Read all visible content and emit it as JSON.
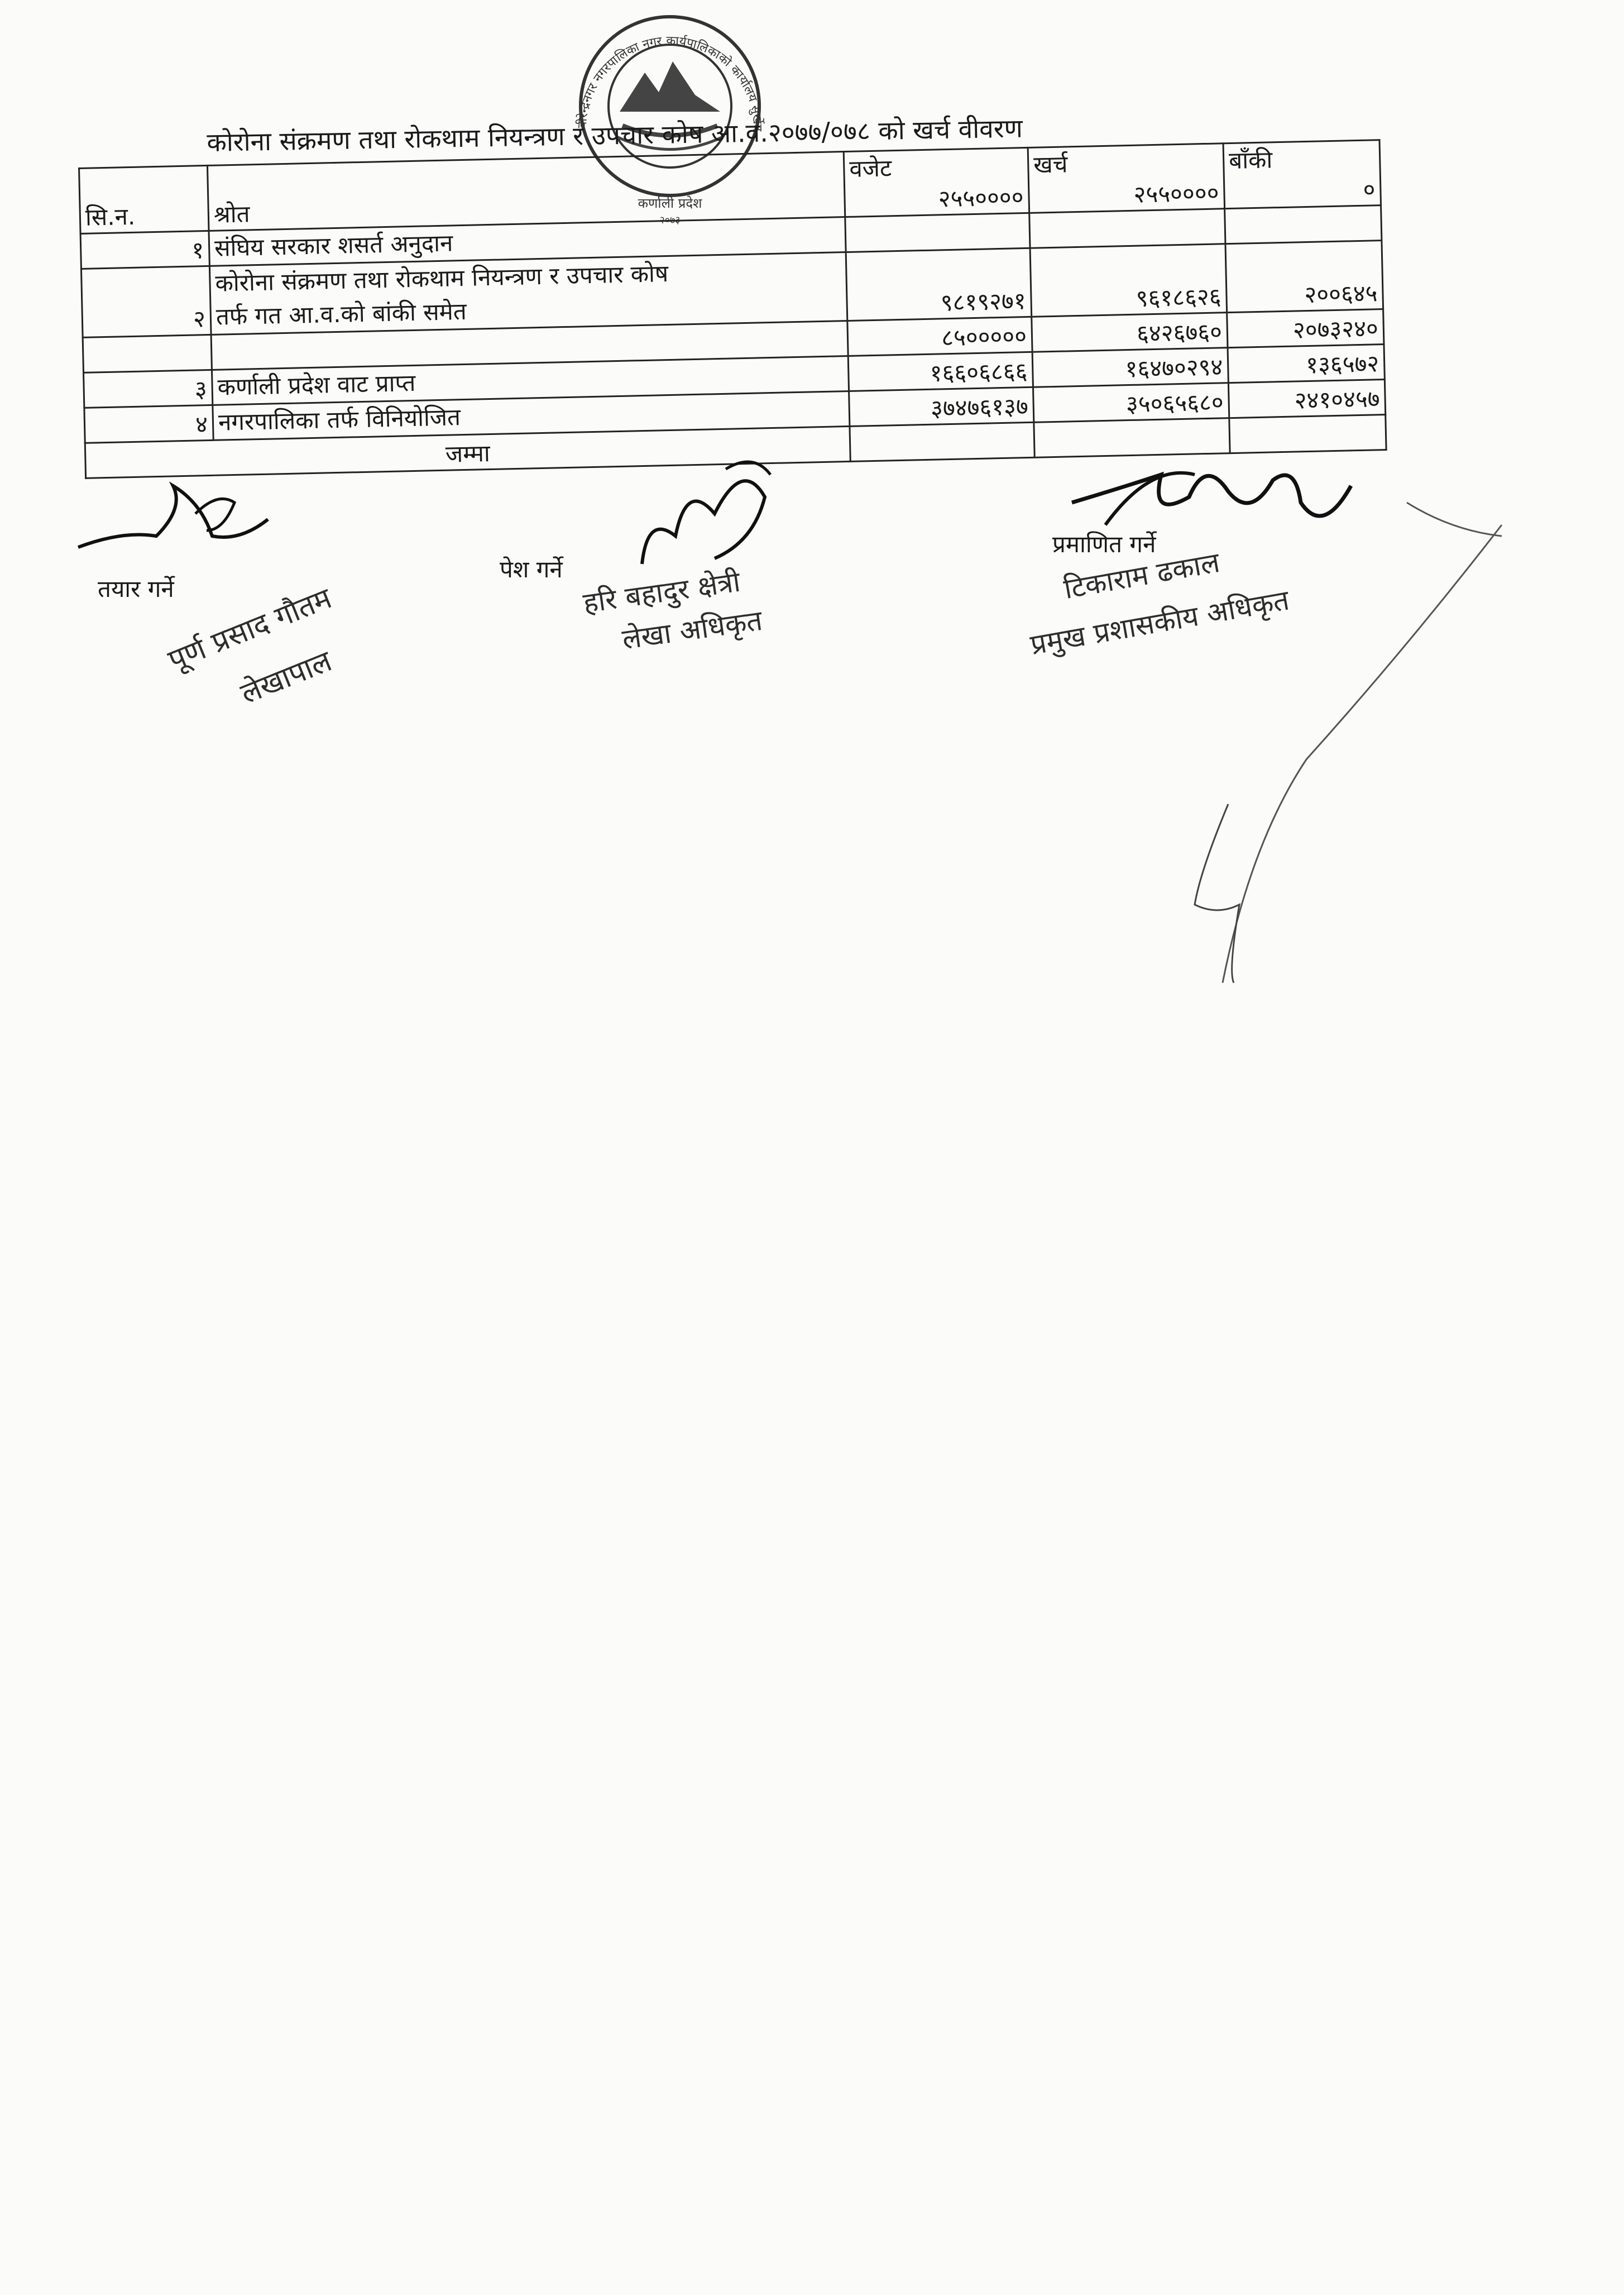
{
  "title": "कोरोना संक्रमण तथा रोकथाम नियन्त्रण र उपचार कोष आ.व.२०७७/०७८ को खर्च वीवरण",
  "seal": {
    "text_ring": "वीरेन्द्रनगर नगरपालिका नगर कार्यपालिकाको कार्यालय सुर्खेत",
    "text_bottom": "कर्णाली प्रदेश",
    "year": "२०७३"
  },
  "table": {
    "headers": {
      "sn": "सि.न.",
      "source": "श्रोत",
      "budget": "वजेट",
      "expense": "खर्च",
      "balance": "बाँकी"
    },
    "header_row_values": {
      "budget": "२५५००००",
      "expense": "२५५००००",
      "balance": "०"
    },
    "rows": [
      {
        "sn": "१",
        "source": "संघिय सरकार शसर्त अनुदान",
        "budget": "",
        "expense": "",
        "balance": ""
      },
      {
        "sn": "२",
        "source_line1": "कोरोना संक्रमण तथा रोकथाम नियन्त्रण र उपचार कोष",
        "source_line2": "तर्फ गत आ.व.को बांकी समेत",
        "budget": "९८१९२७१",
        "expense": "९६१८६२६",
        "balance": "२००६४५"
      },
      {
        "sn": "",
        "source": "",
        "budget": "८५०००००",
        "expense": "६४२६७६०",
        "balance": "२०७३२४०"
      },
      {
        "sn": "३",
        "source": "कर्णाली प्रदेश वाट प्राप्त",
        "budget": "१६६०६८६६",
        "expense": "१६४७०२९४",
        "balance": "१३६५७२"
      },
      {
        "sn": "४",
        "source": "नगरपालिका तर्फ विनियोजित",
        "budget": "३७४७६१३७",
        "expense": "३५०६५६८०",
        "balance": "२४१०४५७"
      }
    ],
    "total_label": "जम्मा"
  },
  "signatures": {
    "prepared": {
      "label": "तयार गर्ने",
      "name": "पूर्ण प्रसाद गौतम",
      "title": "लेखापाल"
    },
    "submitted": {
      "label": "पेश गर्ने",
      "name": "हरि बहादुर क्षेत्री",
      "title": "लेखा अधिकृत"
    },
    "certified": {
      "label": "प्रमाणित गर्ने",
      "name": "टिकाराम ढकाल",
      "title": "प्रमुख प्रशासकीय अधिकृत"
    }
  },
  "colors": {
    "ink": "#1a1a1a",
    "paper": "#fbfbfa",
    "stamp": "#2d2d2d"
  }
}
